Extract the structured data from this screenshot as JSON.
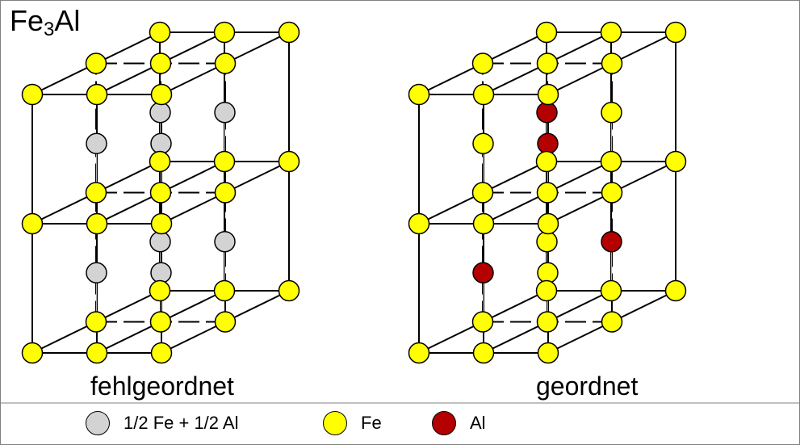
{
  "title": {
    "main": "Fe",
    "subscript": "3",
    "suffix": "Al"
  },
  "panels": [
    {
      "caption": "fehlgeordnet",
      "ordered": false
    },
    {
      "caption": "geordnet",
      "ordered": true
    }
  ],
  "legend": [
    {
      "label": "1/2 Fe + 1/2 Al",
      "color": "#d3d3d3"
    },
    {
      "label": "Fe",
      "color": "#ffff00"
    },
    {
      "label": "Al",
      "color": "#b40000"
    }
  ],
  "colors": {
    "fe": "#ffff00",
    "mixed": "#d3d3d3",
    "al": "#b40000",
    "line": "#000000"
  }
}
